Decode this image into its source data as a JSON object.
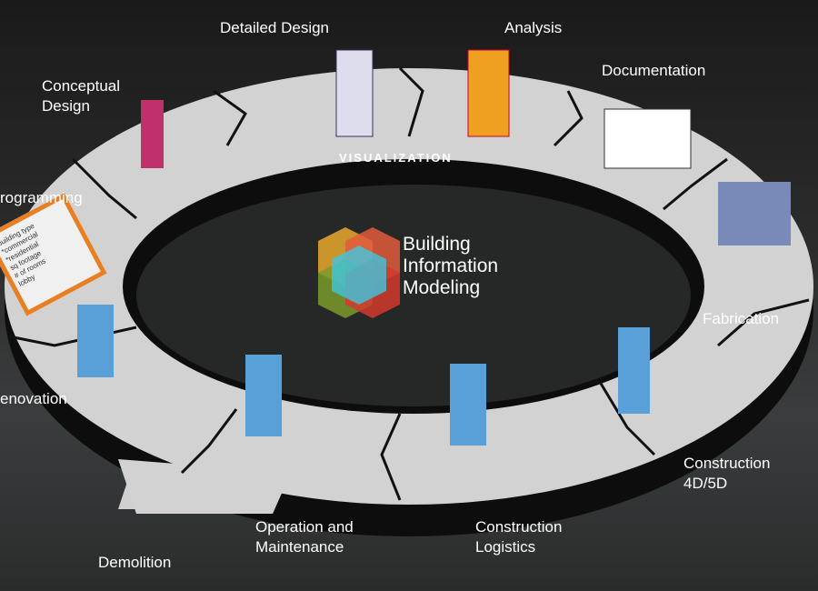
{
  "center": {
    "title_lines": [
      "Building",
      "Information",
      "Modeling"
    ]
  },
  "ring_label": "VISUALIZATION",
  "stages": [
    {
      "id": "conceptual-design",
      "lines": [
        "Conceptual",
        "Design"
      ]
    },
    {
      "id": "detailed-design",
      "lines": [
        "Detailed Design"
      ]
    },
    {
      "id": "analysis",
      "lines": [
        "Analysis"
      ]
    },
    {
      "id": "documentation",
      "lines": [
        "Documentation"
      ]
    },
    {
      "id": "fabrication",
      "lines": [
        "Fabrication"
      ]
    },
    {
      "id": "construction-4d5d",
      "lines": [
        "Construction",
        "4D/5D"
      ]
    },
    {
      "id": "construction-logistics",
      "lines": [
        "Construction",
        "Logistics"
      ]
    },
    {
      "id": "operation-maintenance",
      "lines": [
        "Operation and",
        "Maintenance"
      ]
    },
    {
      "id": "demolition",
      "lines": [
        "Demolition"
      ]
    },
    {
      "id": "renovation",
      "lines": [
        "enovation"
      ]
    },
    {
      "id": "programming",
      "lines": [
        "rogramming"
      ]
    }
  ],
  "clipboard": [
    "building type",
    "*commercial",
    "*residential",
    "sq footage",
    "# of rooms",
    "lobby"
  ],
  "colors": {
    "ring": "#d2d2d2",
    "edge": "#0c0c0c",
    "clipboard": "#e87f22"
  }
}
